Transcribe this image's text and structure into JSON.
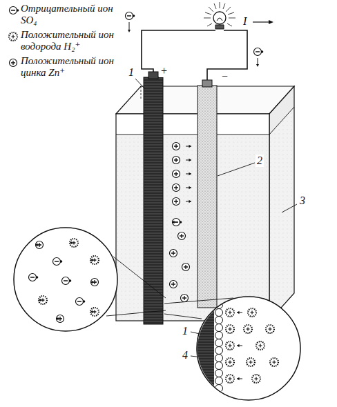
{
  "diagram": {
    "labels": [
      "I",
      "+",
      "−",
      "1",
      "2",
      "3",
      "1",
      "4"
    ],
    "legend": [
      {
        "text": "Отрицательный ион SO₄"
      },
      {
        "text": "Положительный ион водорода H₂⁺"
      },
      {
        "text": "Положительный ион цинка Zn⁺"
      }
    ]
  }
}
